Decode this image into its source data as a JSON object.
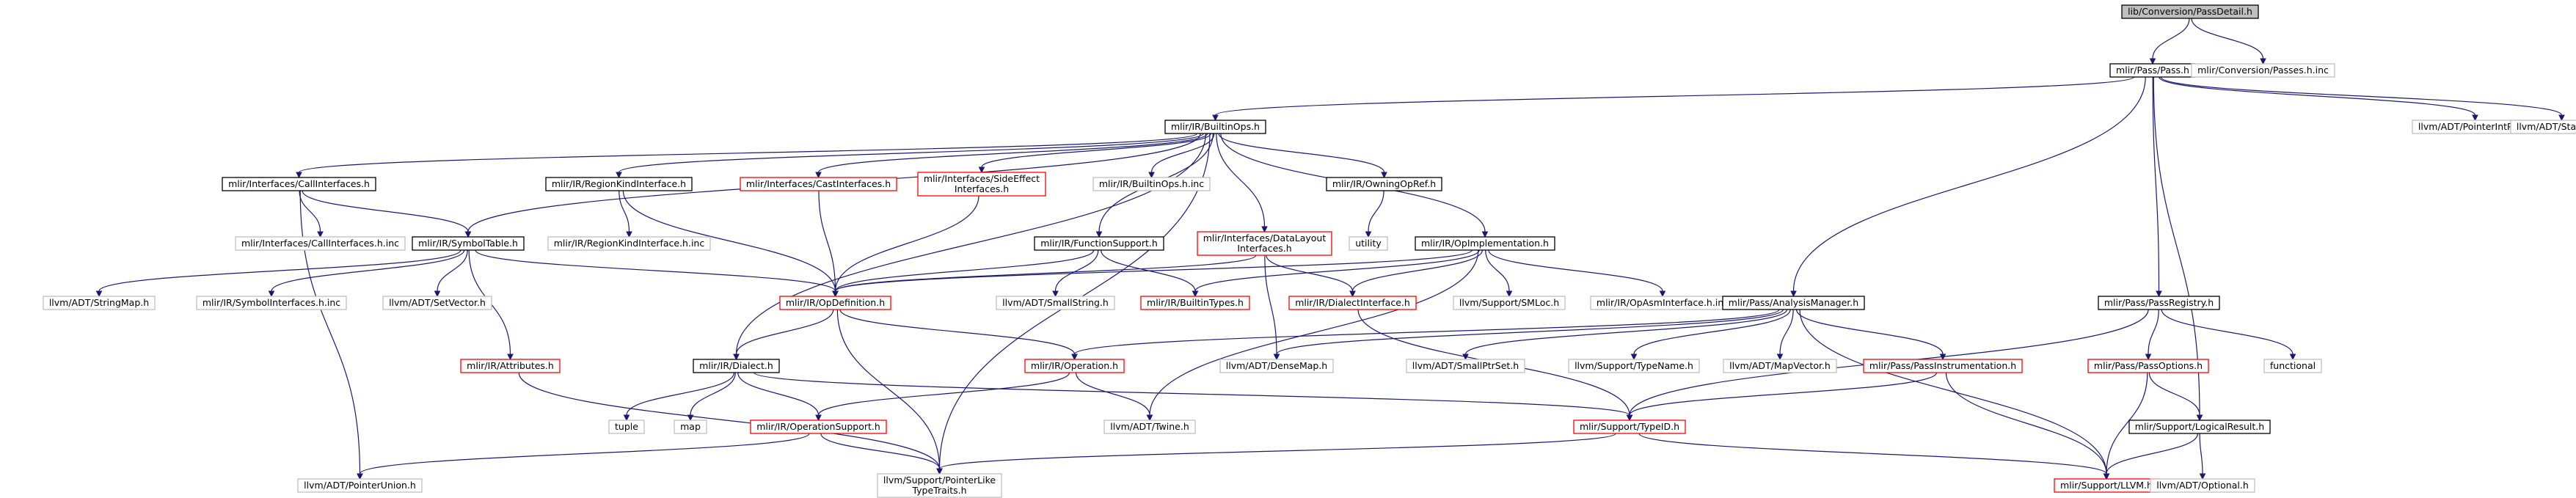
{
  "colors": {
    "root_fill": "#bfbfbf",
    "normal_border": "#000000",
    "red_border": "#ff0000",
    "gray_border": "#bfbfbf",
    "edge": "#191970",
    "text": "#000000"
  },
  "nodes": [
    {
      "id": "root",
      "style": "root",
      "lines": [
        "lib/Conversion/PassDetail.h"
      ]
    },
    {
      "id": "pass",
      "style": "normal",
      "lines": [
        "mlir/Pass/Pass.h"
      ]
    },
    {
      "id": "convpasses",
      "style": "gray",
      "lines": [
        "mlir/Conversion/Passes.h.inc"
      ]
    },
    {
      "id": "builtinops",
      "style": "normal",
      "lines": [
        "mlir/IR/BuiltinOps.h"
      ]
    },
    {
      "id": "pointerintpair",
      "style": "gray",
      "lines": [
        "llvm/ADT/PointerIntPair.h"
      ]
    },
    {
      "id": "statistic",
      "style": "gray",
      "lines": [
        "llvm/ADT/Statistic.h"
      ]
    },
    {
      "id": "callinterfaces",
      "style": "normal",
      "lines": [
        "mlir/Interfaces/CallInterfaces.h"
      ]
    },
    {
      "id": "regionkind",
      "style": "normal",
      "lines": [
        "mlir/IR/RegionKindInterface.h"
      ]
    },
    {
      "id": "castinterfaces",
      "style": "red",
      "lines": [
        "mlir/Interfaces/CastInterfaces.h"
      ]
    },
    {
      "id": "sideeffect",
      "style": "red",
      "lines": [
        "mlir/Interfaces/SideEffect",
        "Interfaces.h"
      ]
    },
    {
      "id": "builtinopsinc",
      "style": "gray",
      "lines": [
        "mlir/IR/BuiltinOps.h.inc"
      ]
    },
    {
      "id": "owningopref",
      "style": "normal",
      "lines": [
        "mlir/IR/OwningOpRef.h"
      ]
    },
    {
      "id": "callinterfacesinc",
      "style": "gray",
      "lines": [
        "mlir/Interfaces/CallInterfaces.h.inc"
      ]
    },
    {
      "id": "symboltable",
      "style": "normal",
      "lines": [
        "mlir/IR/SymbolTable.h"
      ]
    },
    {
      "id": "regionkindinc",
      "style": "gray",
      "lines": [
        "mlir/IR/RegionKindInterface.h.inc"
      ]
    },
    {
      "id": "functionsupport",
      "style": "normal",
      "lines": [
        "mlir/IR/FunctionSupport.h"
      ]
    },
    {
      "id": "datalayout",
      "style": "red",
      "lines": [
        "mlir/Interfaces/DataLayout",
        "Interfaces.h"
      ]
    },
    {
      "id": "utility",
      "style": "gray",
      "lines": [
        "utility"
      ]
    },
    {
      "id": "opimpl",
      "style": "normal",
      "lines": [
        "mlir/IR/OpImplementation.h"
      ]
    },
    {
      "id": "stringmap",
      "style": "gray",
      "lines": [
        "llvm/ADT/StringMap.h"
      ]
    },
    {
      "id": "symbolinterfacesinc",
      "style": "gray",
      "lines": [
        "mlir/IR/SymbolInterfaces.h.inc"
      ]
    },
    {
      "id": "setvector",
      "style": "gray",
      "lines": [
        "llvm/ADT/SetVector.h"
      ]
    },
    {
      "id": "opdefinition",
      "style": "red",
      "lines": [
        "mlir/IR/OpDefinition.h"
      ]
    },
    {
      "id": "smallstring",
      "style": "gray",
      "lines": [
        "llvm/ADT/SmallString.h"
      ]
    },
    {
      "id": "builtintypes",
      "style": "red",
      "lines": [
        "mlir/IR/BuiltinTypes.h"
      ]
    },
    {
      "id": "dialectinterface",
      "style": "red",
      "lines": [
        "mlir/IR/DialectInterface.h"
      ]
    },
    {
      "id": "smloc",
      "style": "gray",
      "lines": [
        "llvm/Support/SMLoc.h"
      ]
    },
    {
      "id": "opasminc",
      "style": "gray",
      "lines": [
        "mlir/IR/OpAsmInterface.h.inc"
      ]
    },
    {
      "id": "analysismanager",
      "style": "normal",
      "lines": [
        "mlir/Pass/AnalysisManager.h"
      ]
    },
    {
      "id": "passregistry",
      "style": "normal",
      "lines": [
        "mlir/Pass/PassRegistry.h"
      ]
    },
    {
      "id": "attributes",
      "style": "red",
      "lines": [
        "mlir/IR/Attributes.h"
      ]
    },
    {
      "id": "dialect",
      "style": "normal",
      "lines": [
        "mlir/IR/Dialect.h"
      ]
    },
    {
      "id": "operation",
      "style": "red",
      "lines": [
        "mlir/IR/Operation.h"
      ]
    },
    {
      "id": "densemap",
      "style": "gray",
      "lines": [
        "llvm/ADT/DenseMap.h"
      ]
    },
    {
      "id": "smallptrset",
      "style": "gray",
      "lines": [
        "llvm/ADT/SmallPtrSet.h"
      ]
    },
    {
      "id": "typename",
      "style": "gray",
      "lines": [
        "llvm/Support/TypeName.h"
      ]
    },
    {
      "id": "mapvector",
      "style": "gray",
      "lines": [
        "llvm/ADT/MapVector.h"
      ]
    },
    {
      "id": "passinstrumentation",
      "style": "red",
      "lines": [
        "mlir/Pass/PassInstrumentation.h"
      ]
    },
    {
      "id": "passoptions",
      "style": "red",
      "lines": [
        "mlir/Pass/PassOptions.h"
      ]
    },
    {
      "id": "functional",
      "style": "gray",
      "lines": [
        "functional"
      ]
    },
    {
      "id": "tuple",
      "style": "gray",
      "lines": [
        "tuple"
      ]
    },
    {
      "id": "map",
      "style": "gray",
      "lines": [
        "map"
      ]
    },
    {
      "id": "operationsupport",
      "style": "red",
      "lines": [
        "mlir/IR/OperationSupport.h"
      ]
    },
    {
      "id": "twine",
      "style": "gray",
      "lines": [
        "llvm/ADT/Twine.h"
      ]
    },
    {
      "id": "typeid",
      "style": "red",
      "lines": [
        "mlir/Support/TypeID.h"
      ]
    },
    {
      "id": "logicalresult",
      "style": "normal",
      "lines": [
        "mlir/Support/LogicalResult.h"
      ]
    },
    {
      "id": "pointerunion",
      "style": "gray",
      "lines": [
        "llvm/ADT/PointerUnion.h"
      ]
    },
    {
      "id": "pointerlike",
      "style": "gray",
      "lines": [
        "llvm/Support/PointerLike",
        "TypeTraits.h"
      ]
    },
    {
      "id": "supportllvm",
      "style": "red",
      "lines": [
        "mlir/Support/LLVM.h"
      ]
    },
    {
      "id": "optional",
      "style": "gray",
      "lines": [
        "llvm/ADT/Optional.h"
      ]
    }
  ],
  "edges": [
    [
      "root",
      "pass"
    ],
    [
      "root",
      "convpasses"
    ],
    [
      "pass",
      "builtinops"
    ],
    [
      "pass",
      "pointerintpair"
    ],
    [
      "pass",
      "statistic"
    ],
    [
      "pass",
      "analysismanager"
    ],
    [
      "pass",
      "passregistry"
    ],
    [
      "pass",
      "logicalresult"
    ],
    [
      "builtinops",
      "callinterfaces"
    ],
    [
      "builtinops",
      "regionkind"
    ],
    [
      "builtinops",
      "castinterfaces"
    ],
    [
      "builtinops",
      "sideeffect"
    ],
    [
      "builtinops",
      "builtinopsinc"
    ],
    [
      "builtinops",
      "owningopref"
    ],
    [
      "builtinops",
      "symboltable"
    ],
    [
      "builtinops",
      "functionsupport"
    ],
    [
      "builtinops",
      "datalayout"
    ],
    [
      "builtinops",
      "opimpl"
    ],
    [
      "builtinops",
      "dialect"
    ],
    [
      "builtinops",
      "pointerlike"
    ],
    [
      "callinterfaces",
      "callinterfacesinc"
    ],
    [
      "callinterfaces",
      "symboltable"
    ],
    [
      "callinterfaces",
      "pointerunion"
    ],
    [
      "regionkind",
      "regionkindinc"
    ],
    [
      "regionkind",
      "opdefinition"
    ],
    [
      "castinterfaces",
      "opdefinition"
    ],
    [
      "sideeffect",
      "opdefinition"
    ],
    [
      "owningopref",
      "utility"
    ],
    [
      "symboltable",
      "stringmap"
    ],
    [
      "symboltable",
      "symbolinterfacesinc"
    ],
    [
      "symboltable",
      "setvector"
    ],
    [
      "symboltable",
      "opdefinition"
    ],
    [
      "symboltable",
      "attributes"
    ],
    [
      "functionsupport",
      "opdefinition"
    ],
    [
      "functionsupport",
      "smallstring"
    ],
    [
      "functionsupport",
      "builtintypes"
    ],
    [
      "datalayout",
      "opdefinition"
    ],
    [
      "datalayout",
      "dialectinterface"
    ],
    [
      "datalayout",
      "densemap"
    ],
    [
      "opimpl",
      "opdefinition"
    ],
    [
      "opimpl",
      "builtintypes"
    ],
    [
      "opimpl",
      "dialectinterface"
    ],
    [
      "opimpl",
      "smloc"
    ],
    [
      "opimpl",
      "opasminc"
    ],
    [
      "opimpl",
      "twine"
    ],
    [
      "opdefinition",
      "dialect"
    ],
    [
      "opdefinition",
      "operation"
    ],
    [
      "opdefinition",
      "pointerlike"
    ],
    [
      "analysismanager",
      "operation"
    ],
    [
      "analysismanager",
      "densemap"
    ],
    [
      "analysismanager",
      "smallptrset"
    ],
    [
      "analysismanager",
      "typename"
    ],
    [
      "analysismanager",
      "mapvector"
    ],
    [
      "analysismanager",
      "passinstrumentation"
    ],
    [
      "analysismanager",
      "supportllvm"
    ],
    [
      "passregistry",
      "passoptions"
    ],
    [
      "passregistry",
      "functional"
    ],
    [
      "passregistry",
      "typeid"
    ],
    [
      "dialect",
      "tuple"
    ],
    [
      "dialect",
      "map"
    ],
    [
      "dialect",
      "operationsupport"
    ],
    [
      "dialect",
      "typeid"
    ],
    [
      "operation",
      "operationsupport"
    ],
    [
      "operation",
      "twine"
    ],
    [
      "passinstrumentation",
      "typeid"
    ],
    [
      "passinstrumentation",
      "supportllvm"
    ],
    [
      "passoptions",
      "logicalresult"
    ],
    [
      "passoptions",
      "supportllvm"
    ],
    [
      "attributes",
      "pointerlike"
    ],
    [
      "operationsupport",
      "pointerunion"
    ],
    [
      "operationsupport",
      "pointerlike"
    ],
    [
      "typeid",
      "pointerlike"
    ],
    [
      "typeid",
      "supportllvm"
    ],
    [
      "dialectinterface",
      "typeid"
    ],
    [
      "logicalresult",
      "supportllvm"
    ],
    [
      "logicalresult",
      "optional"
    ]
  ]
}
